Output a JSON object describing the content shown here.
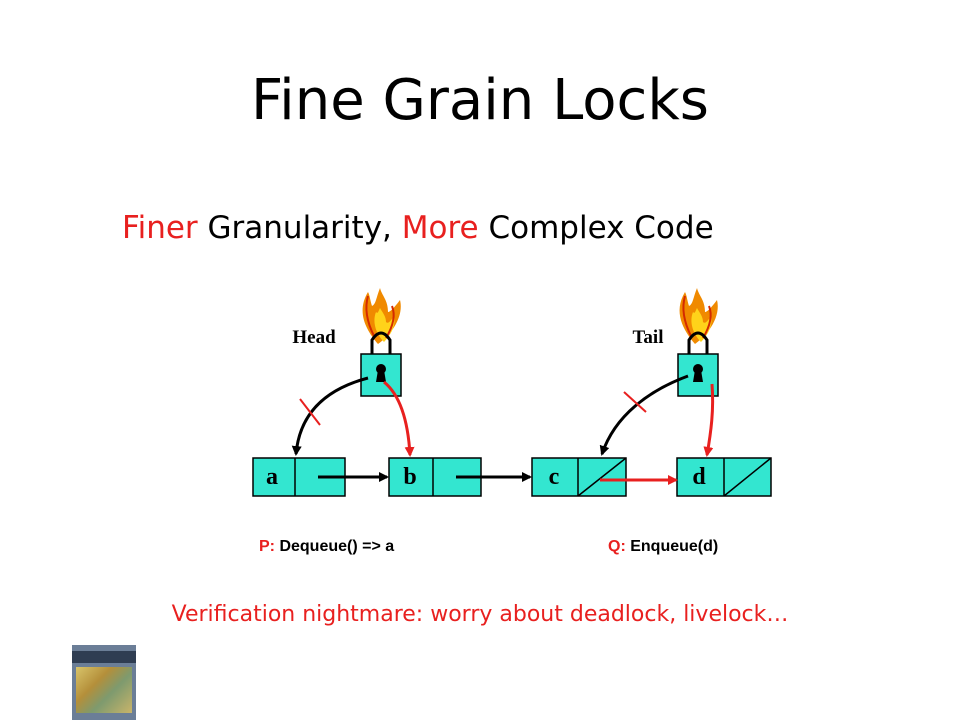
{
  "title": "Fine Grain Locks",
  "subtitle": {
    "part1": "Finer",
    "part2": " Granularity, ",
    "part3": "More",
    "part4": " Complex Code"
  },
  "labels": {
    "head": "Head",
    "tail": "Tail"
  },
  "nodes": [
    "a",
    "b",
    "c",
    "d"
  ],
  "captions": {
    "p_prefix": "P:",
    "p_text": " Dequeue() => a",
    "q_prefix": "Q:",
    "q_text": " Enqueue(d)"
  },
  "bottom": "Verification nightmare: worry about deadlock, livelock…",
  "colors": {
    "node_fill": "#33e6d0",
    "accent": "#e8201f",
    "text": "#000000"
  },
  "icons": [
    "flame-icon",
    "lock-icon",
    "book-cover-image"
  ]
}
